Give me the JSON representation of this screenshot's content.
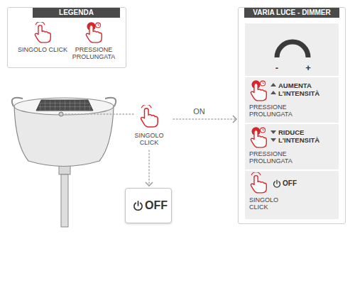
{
  "diagram": {
    "nodes": [
      {
        "text": [
          "LEGENDA"
        ]
      },
      {
        "text": [
          "SINGOLO CLICK"
        ]
      },
      {
        "text": [
          "OFF"
        ]
      },
      {
        "text": [
          "VARIA LUCE - DIMMER"
        ]
      },
      {
        "text": [
          "-",
          "+"
        ],
        "in": 3
      },
      {
        "text": [
          "AUMENTA L'INTENSITÀ",
          "PRESSIONE PROLUNGATA"
        ],
        "in": 3
      },
      {
        "text": [
          "RIDUCE L'INTENSITÀ",
          "PRESSIONE PROLUNGATA"
        ],
        "in": 3
      },
      {
        "text": [
          "OFF",
          "SINGOLO CLICK"
        ],
        "in": 3
      }
    ],
    "edges": [
      {
        "from": 1,
        "to": 3,
        "label": "ON",
        "arrow": "to"
      },
      {
        "from": 1,
        "to": 2,
        "arrow": "to"
      }
    ],
    "legend": [
      {
        "text": "SINGOLO CLICK"
      },
      {
        "text": "PRESSIONE PROLUNGATA"
      }
    ]
  }
}
